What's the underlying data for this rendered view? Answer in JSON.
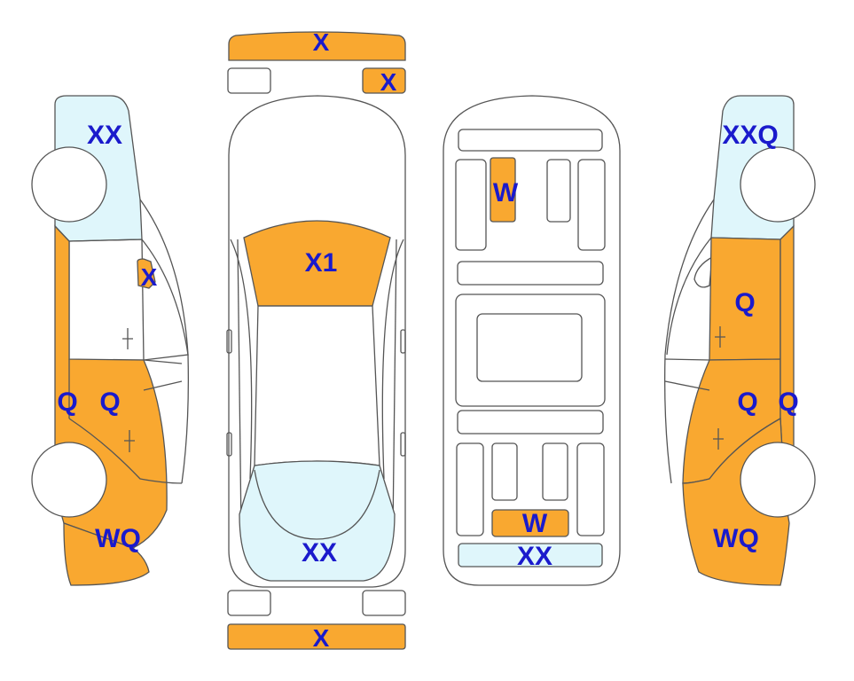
{
  "colors": {
    "damage": "#f9a830",
    "light": "#dff6fb",
    "none": "#ffffff",
    "outline": "#555555",
    "label": "#1a1acc"
  },
  "labels": {
    "front_bumper": "X",
    "front_grille": "X",
    "windshield": "X1",
    "rear_window": "XX",
    "rear_bumper": "X",
    "roof_panel": "W",
    "floor_panel": "W",
    "rear_panel": "XX",
    "left_rear_glass": "XX",
    "left_mirror": "X",
    "left_front_door": "Q",
    "left_front_pillar": "Q",
    "left_front_fender": "WQ",
    "right_rear_glass": "XXQ",
    "right_rear_door": "Q",
    "right_front_door": "Q",
    "right_pillar": "Q",
    "right_front_fender": "WQ"
  }
}
